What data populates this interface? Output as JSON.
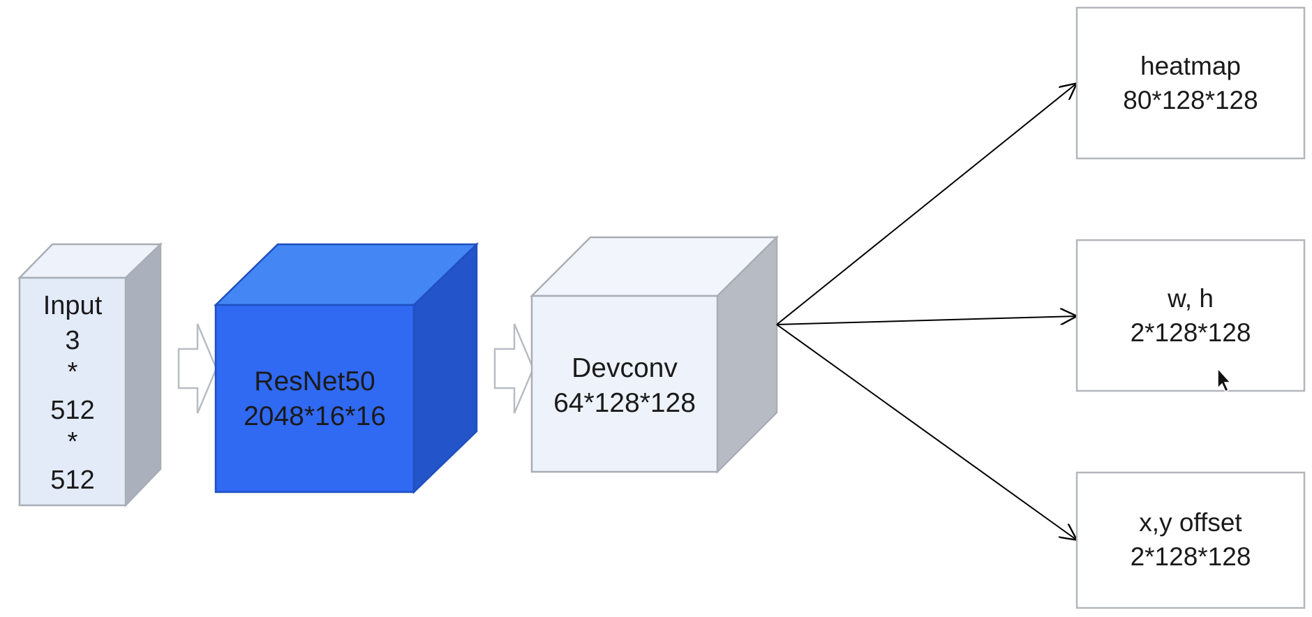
{
  "colors": {
    "input_front": "#e3ebf9",
    "input_top": "#eef2fb",
    "input_side": "#aab1bd",
    "resnet_front": "#3069f2",
    "resnet_top": "#4586f5",
    "resnet_side": "#2354c9",
    "devconv_front": "#eef2fb",
    "devconv_top": "#f2f5fc",
    "devconv_side": "#b7bcc4",
    "edge": "#a9adb5",
    "arrow": "#000000"
  },
  "blocks": {
    "input": {
      "lines": [
        "Input",
        "3",
        "*",
        "512",
        "*",
        "512"
      ]
    },
    "resnet": {
      "lines": [
        "ResNet50",
        "2048*16*16"
      ]
    },
    "devconv": {
      "lines": [
        "Devconv",
        "64*128*128"
      ]
    }
  },
  "outputs": {
    "heatmap": {
      "lines": [
        "heatmap",
        "80*128*128"
      ]
    },
    "wh": {
      "lines": [
        "w, h",
        "2*128*128"
      ]
    },
    "offset": {
      "lines": [
        "x,y offset",
        "2*128*128"
      ]
    }
  },
  "cursor_icon": "mouse-pointer-icon"
}
